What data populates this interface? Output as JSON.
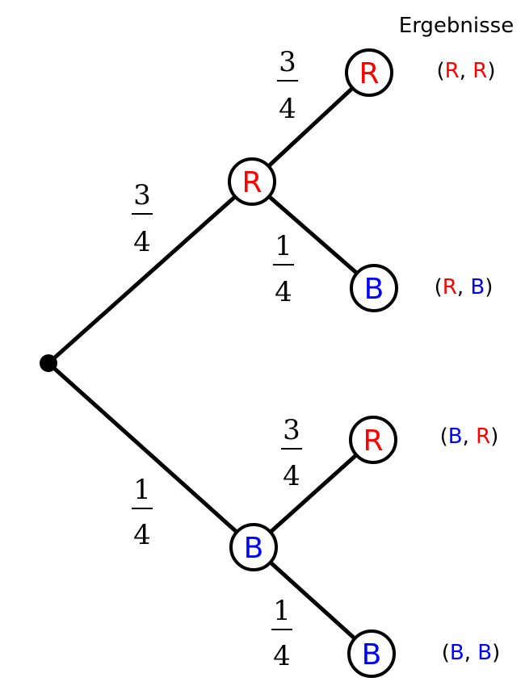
{
  "header": {
    "title": "Ergebnisse"
  },
  "colors": {
    "R": "#ff0000",
    "B": "#0000ff",
    "line": "#000000",
    "text": "#000000"
  },
  "root": {
    "label": ""
  },
  "level1": [
    {
      "label": "R",
      "prob_num": "3",
      "prob_den": "4"
    },
    {
      "label": "B",
      "prob_num": "1",
      "prob_den": "4"
    }
  ],
  "level2": [
    {
      "parent": 0,
      "label": "R",
      "prob_num": "3",
      "prob_den": "4"
    },
    {
      "parent": 0,
      "label": "B",
      "prob_num": "1",
      "prob_den": "4"
    },
    {
      "parent": 1,
      "label": "R",
      "prob_num": "3",
      "prob_den": "4"
    },
    {
      "parent": 1,
      "label": "B",
      "prob_num": "1",
      "prob_den": "4"
    }
  ],
  "outcomes": [
    {
      "first": "R",
      "second": "R",
      "open": "(",
      "sep": ", ",
      "close": ")"
    },
    {
      "first": "R",
      "second": "B",
      "open": "(",
      "sep": ", ",
      "close": ")"
    },
    {
      "first": "B",
      "second": "R",
      "open": "(",
      "sep": ", ",
      "close": ")"
    },
    {
      "first": "B",
      "second": "B",
      "open": "(",
      "sep": ", ",
      "close": ")"
    }
  ]
}
